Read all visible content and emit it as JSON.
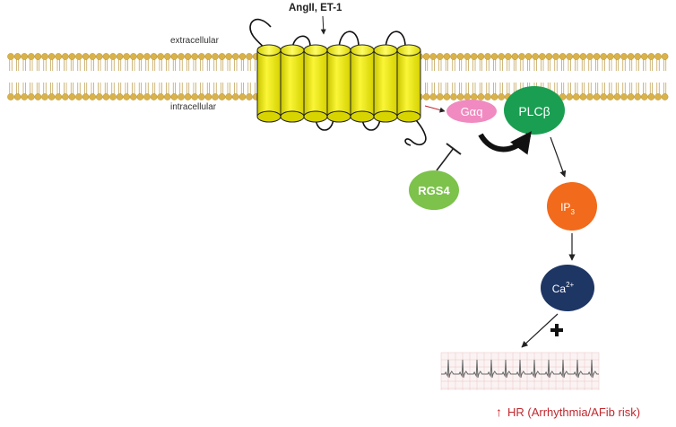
{
  "ligand_label": "AngII, ET-1",
  "extracellular_label": "extracellular",
  "intracellular_label": "intracellular",
  "nodes": {
    "g_alpha_q": "Gαq",
    "plc_beta": "PLCβ",
    "rgs4": "RGS4",
    "ip3_main": "IP",
    "ip3_sub": "3",
    "calcium_main": "Ca",
    "calcium_sup": "2+"
  },
  "effect": {
    "arrow": "↑",
    "outcome": "HR (Arrhythmia/AFib risk)"
  },
  "colors": {
    "membrane": "#d9b24a",
    "receptor": "#f2ee1c",
    "g_alpha_q": "#f08ac0",
    "plc_beta": "#1a9e52",
    "rgs4": "#7cc24b",
    "ip3": "#f26a1b",
    "calcium": "#1e3664",
    "outcome_text": "#c0282e",
    "ecg_line": "#6a6a6a",
    "ecg_grid": "#e8b8b8"
  },
  "icons": [
    "inhibition-bar-icon",
    "plus-sign-icon",
    "activation-curved-arrow-icon",
    "ecg-trace-icon"
  ]
}
